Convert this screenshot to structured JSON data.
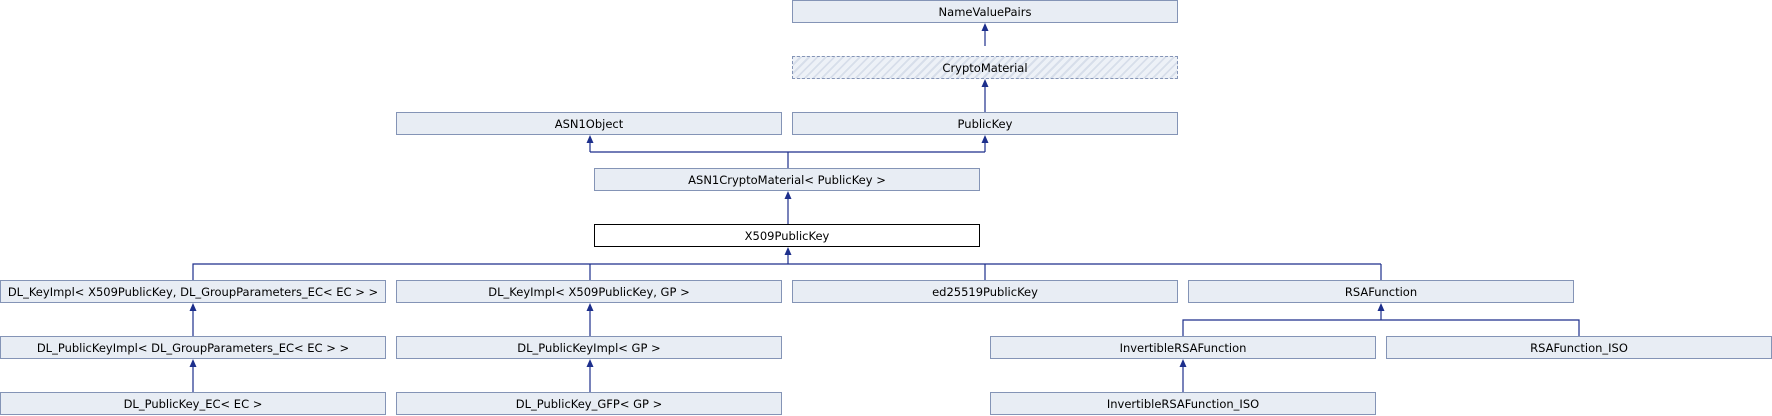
{
  "diagram": {
    "nodes": [
      {
        "id": "namevaluepairs",
        "label": "NameValuePairs"
      },
      {
        "id": "cryptomaterial",
        "label": "CryptoMaterial"
      },
      {
        "id": "asn1object",
        "label": "ASN1Object"
      },
      {
        "id": "publickey",
        "label": "PublicKey"
      },
      {
        "id": "asn1cryptomaterial",
        "label": "ASN1CryptoMaterial< PublicKey >"
      },
      {
        "id": "x509publickey",
        "label": "X509PublicKey"
      },
      {
        "id": "dl-keyimpl-ec",
        "label": "DL_KeyImpl< X509PublicKey, DL_GroupParameters_EC< EC > >"
      },
      {
        "id": "dl-keyimpl-gp",
        "label": "DL_KeyImpl< X509PublicKey, GP >"
      },
      {
        "id": "ed25519publickey",
        "label": "ed25519PublicKey"
      },
      {
        "id": "rsafunction",
        "label": "RSAFunction"
      },
      {
        "id": "dl-publickeyimpl-ec",
        "label": "DL_PublicKeyImpl< DL_GroupParameters_EC< EC > >"
      },
      {
        "id": "dl-publickeyimpl-gp",
        "label": "DL_PublicKeyImpl< GP >"
      },
      {
        "id": "invertiblersafunction",
        "label": "InvertibleRSAFunction"
      },
      {
        "id": "rsafunction-iso",
        "label": "RSAFunction_ISO"
      },
      {
        "id": "dl-publickey-ec",
        "label": "DL_PublicKey_EC< EC >"
      },
      {
        "id": "dl-publickey-gfp",
        "label": "DL_PublicKey_GFP< GP >"
      },
      {
        "id": "invertiblersafunction-iso",
        "label": "InvertibleRSAFunction_ISO"
      }
    ]
  }
}
